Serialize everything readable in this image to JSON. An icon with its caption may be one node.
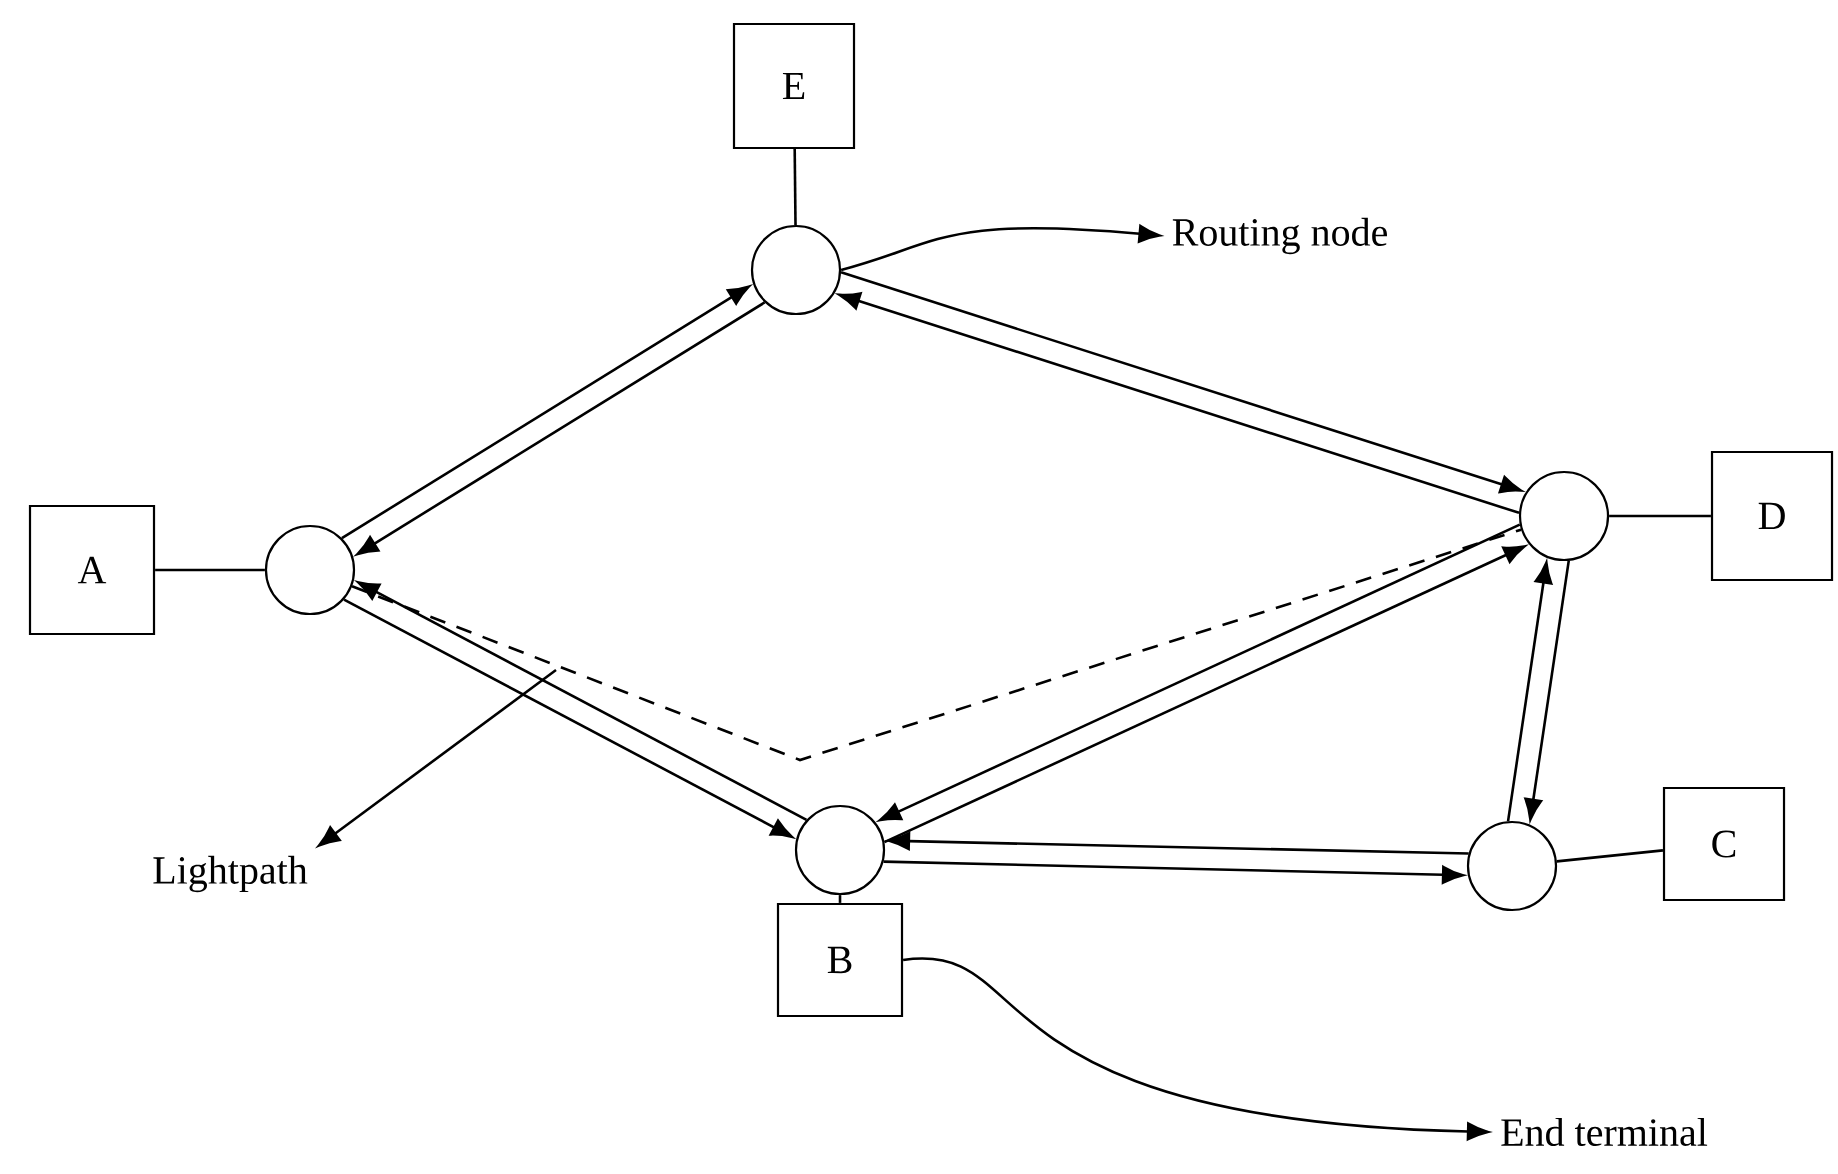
{
  "diagram": {
    "nodes": [
      {
        "text": [
          "E"
        ]
      },
      {
        "text": [],
        "shape": "circle"
      },
      {
        "text": [
          "Routing node"
        ]
      },
      {
        "text": [
          "A"
        ]
      },
      {
        "text": [],
        "shape": "circle"
      },
      {
        "text": [],
        "shape": "circle"
      },
      {
        "text": [
          "D"
        ]
      },
      {
        "text": [
          "Lightpath"
        ]
      },
      {
        "text": [],
        "shape": "circle"
      },
      {
        "text": [],
        "shape": "circle"
      },
      {
        "text": [
          "C"
        ]
      },
      {
        "text": [
          "B"
        ]
      },
      {
        "text": [
          "End terminal"
        ]
      }
    ],
    "edges": [
      {
        "from": 0,
        "to": 1,
        "arrow": "none"
      },
      {
        "from": 3,
        "to": 4,
        "arrow": "none"
      },
      {
        "from": 5,
        "to": 6,
        "arrow": "none"
      },
      {
        "from": 9,
        "to": 10,
        "arrow": "none"
      },
      {
        "from": 8,
        "to": 11,
        "arrow": "none"
      },
      {
        "from": 4,
        "to": 1,
        "arrow": "to"
      },
      {
        "from": 1,
        "to": 4,
        "arrow": "to"
      },
      {
        "from": 1,
        "to": 5,
        "arrow": "to"
      },
      {
        "from": 5,
        "to": 1,
        "arrow": "to"
      },
      {
        "from": 4,
        "to": 8,
        "arrow": "to"
      },
      {
        "from": 8,
        "to": 4,
        "arrow": "to"
      },
      {
        "from": 8,
        "to": 5,
        "arrow": "to"
      },
      {
        "from": 5,
        "to": 8,
        "arrow": "to"
      },
      {
        "from": 8,
        "to": 9,
        "arrow": "to"
      },
      {
        "from": 9,
        "to": 8,
        "arrow": "to"
      },
      {
        "from": 9,
        "to": 5,
        "arrow": "to"
      },
      {
        "from": 5,
        "to": 9,
        "arrow": "to"
      },
      {
        "from": 4,
        "to": 5,
        "arrow": "none",
        "style": "dashed"
      },
      {
        "from": 1,
        "to": 2,
        "arrow": "to"
      },
      {
        "from": null,
        "to": 7,
        "arrow": "to"
      },
      {
        "from": 11,
        "to": 12,
        "arrow": "to"
      }
    ]
  }
}
